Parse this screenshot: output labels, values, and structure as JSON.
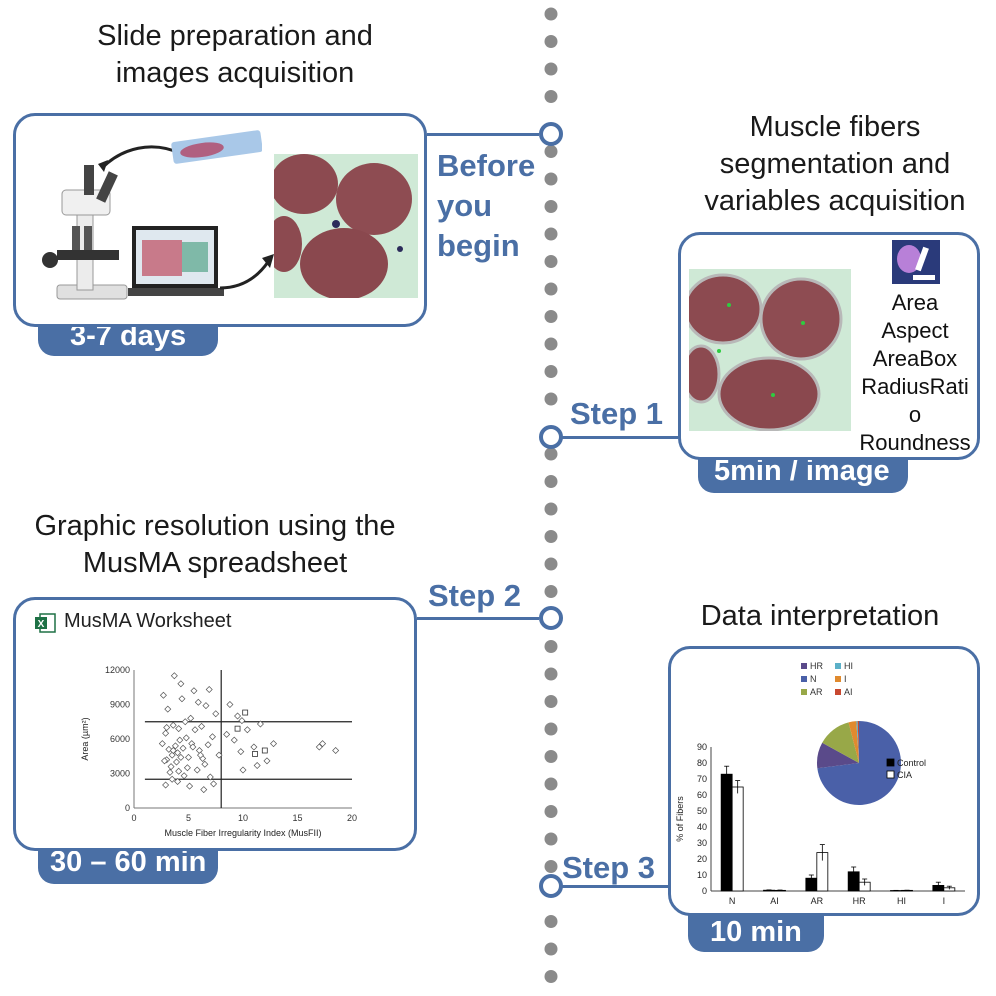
{
  "headings": {
    "slide_prep": "Slide preparation and images acquisition",
    "segmentation": "Muscle fibers segmentation and variables acquisition",
    "graphic": "Graphic resolution using the MusMA spreadsheet",
    "interpretation": "Data interpretation"
  },
  "steps": {
    "before": "Before you begin",
    "step1": "Step 1",
    "step2": "Step 2",
    "step3": "Step 3"
  },
  "durations": {
    "before": "3-7 days",
    "step1": "5min / image",
    "step2": "30 – 60 min",
    "step3": "10 min"
  },
  "variables": [
    "Area",
    "Aspect",
    "AreaBox",
    "RadiusRati",
    "o",
    "Roundness"
  ],
  "worksheet": {
    "title": "MusMA Worksheet",
    "icon": "excel-icon"
  },
  "colors": {
    "accent": "#4a6fa5",
    "dots": "#8a8a8a"
  },
  "chart_data": [
    {
      "type": "scatter",
      "title": "",
      "xlabel": "Muscle Fiber Irregularity Index (MusFII)",
      "ylabel": "Area (µm²)",
      "xlim": [
        0,
        20
      ],
      "ylim": [
        0,
        12000
      ],
      "xticks": [
        0,
        5,
        10,
        15,
        20
      ],
      "yticks": [
        0,
        3000,
        6000,
        9000,
        12000
      ],
      "reference_lines": {
        "vertical_x": 8,
        "horizontal_y": [
          2500,
          7500
        ]
      },
      "series": [
        {
          "marker": "diamond",
          "points": [
            [
              3,
              4200
            ],
            [
              3.2,
              5100
            ],
            [
              3.5,
              4600
            ],
            [
              3.8,
              5400
            ],
            [
              4,
              4800
            ],
            [
              4.2,
              5900
            ],
            [
              2.8,
              4100
            ],
            [
              3.4,
              3600
            ],
            [
              4.5,
              5200
            ],
            [
              4.8,
              6100
            ],
            [
              5,
              4400
            ],
            [
              5.3,
              5600
            ],
            [
              5.6,
              6800
            ],
            [
              6,
              5000
            ],
            [
              6.3,
              4300
            ],
            [
              6.8,
              5500
            ],
            [
              7.2,
              6200
            ],
            [
              2.9,
              6500
            ],
            [
              3.6,
              7200
            ],
            [
              4.1,
              6900
            ],
            [
              3.1,
              8600
            ],
            [
              4.4,
              9500
            ],
            [
              5.5,
              10200
            ],
            [
              6.6,
              8900
            ],
            [
              7.5,
              8200
            ],
            [
              3.3,
              3100
            ],
            [
              4.6,
              2800
            ],
            [
              5.8,
              3300
            ],
            [
              6.5,
              3800
            ],
            [
              7,
              2700
            ],
            [
              2.6,
              5600
            ],
            [
              3.9,
              4000
            ],
            [
              4.9,
              3500
            ],
            [
              5.2,
              7800
            ],
            [
              6.2,
              7100
            ],
            [
              7.8,
              4600
            ],
            [
              8.5,
              6400
            ],
            [
              9.2,
              5900
            ],
            [
              9.8,
              4900
            ],
            [
              10.4,
              6800
            ],
            [
              11,
              5300
            ],
            [
              11.6,
              7300
            ],
            [
              12.2,
              4100
            ],
            [
              10,
              3300
            ],
            [
              11.3,
              3700
            ],
            [
              9.5,
              8000
            ],
            [
              12.8,
              5600
            ],
            [
              17,
              5300
            ],
            [
              17.3,
              5600
            ],
            [
              18.5,
              5000
            ],
            [
              3.7,
              11500
            ],
            [
              4.3,
              10800
            ],
            [
              6.9,
              10300
            ],
            [
              2.7,
              9800
            ],
            [
              8.8,
              9000
            ],
            [
              9.9,
              7600
            ],
            [
              3.5,
              2500
            ],
            [
              4,
              2300
            ],
            [
              5.1,
              1900
            ],
            [
              6.4,
              1600
            ],
            [
              7.3,
              2100
            ],
            [
              2.9,
              2000
            ],
            [
              4.7,
              7500
            ],
            [
              5.9,
              9200
            ],
            [
              6.1,
              4600
            ],
            [
              4.3,
              4400
            ],
            [
              3.6,
              5000
            ],
            [
              5.4,
              5300
            ],
            [
              4.1,
              3200
            ],
            [
              3.0,
              7000
            ]
          ]
        },
        {
          "marker": "square",
          "points": [
            [
              10.2,
              8300
            ],
            [
              9.5,
              6900
            ],
            [
              11.1,
              4700
            ],
            [
              12,
              5000
            ]
          ]
        }
      ]
    },
    {
      "type": "bar",
      "title": "",
      "xlabel": "",
      "ylabel": "% of Fibers",
      "ylim": [
        0,
        90
      ],
      "yticks": [
        0,
        10,
        20,
        30,
        40,
        50,
        60,
        70,
        80,
        90
      ],
      "categories": [
        "N",
        "AI",
        "AR",
        "HR",
        "HI",
        "I"
      ],
      "legend_position": "right",
      "series": [
        {
          "name": "Control",
          "values": [
            73,
            0.5,
            8,
            12,
            0.3,
            3.5
          ],
          "errors": [
            5,
            0.2,
            2,
            3,
            0.1,
            2
          ],
          "color": "#000000"
        },
        {
          "name": "CIA",
          "values": [
            65,
            0.4,
            24,
            5.5,
            0.4,
            2
          ],
          "errors": [
            4,
            0.2,
            5,
            2,
            0.1,
            1
          ],
          "color": "#ffffff"
        }
      ]
    },
    {
      "type": "pie",
      "labels": [
        "HR",
        "HI",
        "N",
        "I",
        "AR",
        "AI"
      ],
      "values": [
        10,
        0.5,
        73,
        3,
        13,
        0.5
      ],
      "colors": [
        "#5a4a8a",
        "#5bb0c8",
        "#4a60a8",
        "#e08a2e",
        "#98a848",
        "#c84830"
      ],
      "legend_position": "top"
    }
  ]
}
